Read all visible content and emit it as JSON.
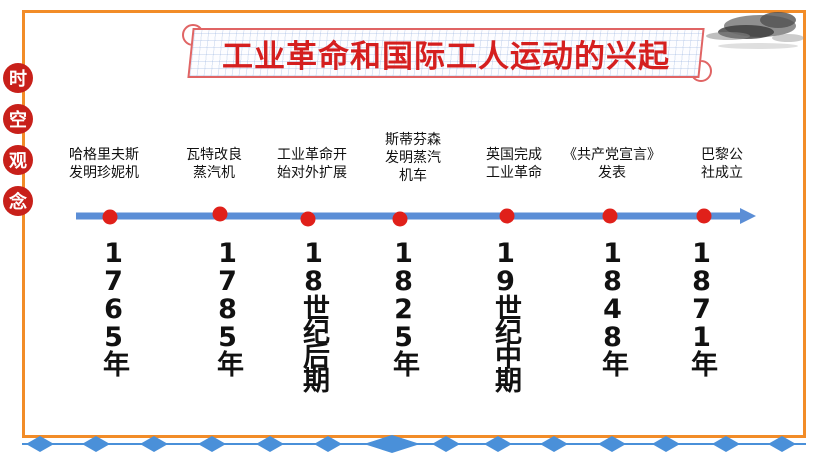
{
  "title": "工业革命和国际工人运动的兴起",
  "side_chars": [
    "时",
    "空",
    "观",
    "念"
  ],
  "events": [
    {
      "label_lines": [
        "哈格里夫斯",
        "发明珍妮机"
      ],
      "year": "1765年"
    },
    {
      "label_lines": [
        "瓦特改良",
        "蒸汽机"
      ],
      "year": "1785年"
    },
    {
      "label_lines": [
        "工业革命开",
        "始对外扩展"
      ],
      "year": "18世纪后期"
    },
    {
      "label_lines": [
        "斯蒂芬森",
        "发明蒸汽",
        "机车"
      ],
      "year": "1825年"
    },
    {
      "label_lines": [
        "英国完成",
        "工业革命"
      ],
      "year": "19世纪中期"
    },
    {
      "label_lines": [
        "《共产党宣言》",
        "发表"
      ],
      "year": "1848年"
    },
    {
      "label_lines": [
        "巴黎公",
        "社成立"
      ],
      "year": "1871年"
    }
  ],
  "colors": {
    "frame": "#f28c28",
    "title_text": "#d51f1f",
    "side_circle": "#c8201a",
    "axis": "#5b8ed6",
    "dot": "#e0201a",
    "diamond": "#4a90d9"
  }
}
